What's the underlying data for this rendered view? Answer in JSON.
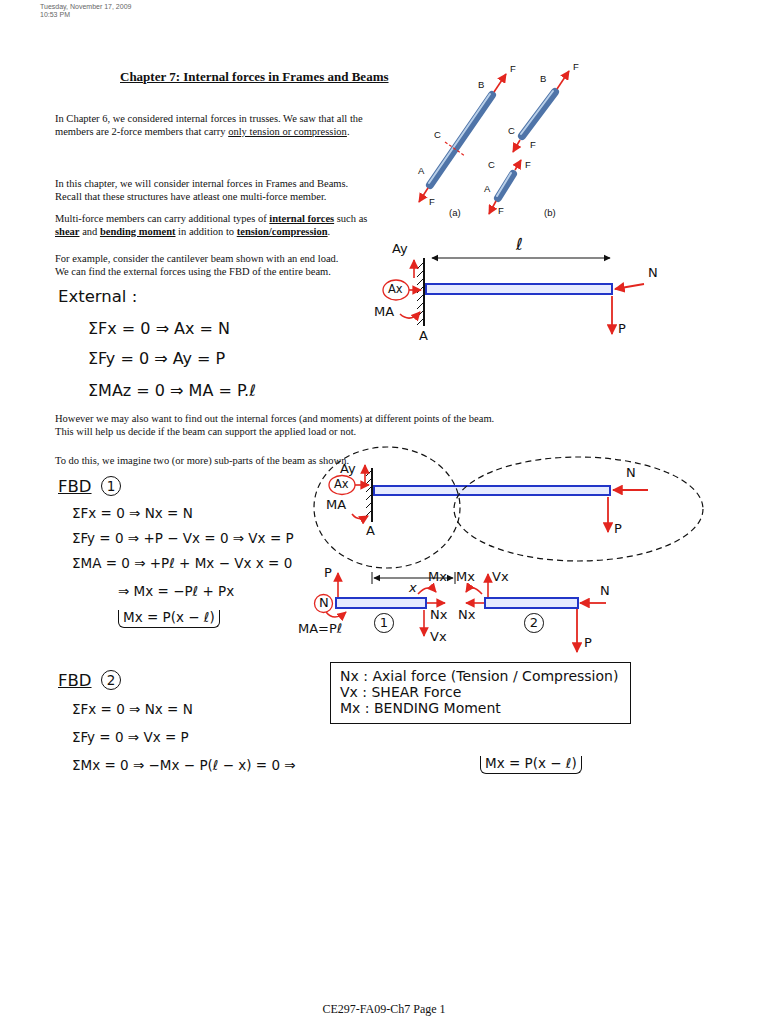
{
  "diagram": {
    "title": "Chapter 7: Internal forces in Frames and Beams",
    "caption": "CE297-FA09-Ch7 Page 1",
    "nodes": [
      {
        "text": [
          "Ay",
          "Ax",
          "MA",
          "A"
        ]
      },
      {
        "text": [
          "N",
          "P"
        ]
      },
      {
        "text": [
          "Nx : Axial force (Tension / Compression)",
          "Vx : SHEAR Force",
          "Mx : BENDING Moment"
        ]
      }
    ],
    "labels": [
      "Tuesday, November 17, 2009",
      "10:53 PM",
      "In Chapter 6, we considered internal forces in trusses. We saw that all the members are 2-force members that carry",
      "only tension or compression",
      ".",
      "In this chapter, we will consider internal forces in Frames and Beams.",
      "Recall that these structures have atleast one multi-force member.",
      "Multi-force members can carry additional types of",
      "internal forces",
      "such as",
      "shear",
      "and",
      "bending moment",
      "in addition to",
      "tension/compression",
      ".",
      "For example, consider the cantilever beam shown with an end load.",
      "We can find the external forces using the FBD of the entire beam.",
      "External :",
      "ΣFx = 0 ⇒ Ax = N",
      "ΣFy = 0 ⇒ Ay = P",
      "ΣMAz = 0 ⇒ MA = P.ℓ",
      "However we may also want to find out the internal forces (and moments) at different points of the beam.",
      "This will help us decide if the beam can support the applied load or not.",
      "To do this, we imagine two (or more) sub-parts of the beam as shown.",
      "FBD",
      "1",
      "ΣFx = 0 ⇒ Nx = N",
      "ΣFy = 0 ⇒ +P − Vx = 0 ⇒ Vx = P",
      "ΣMA = 0 ⇒ +Pℓ + Mx − Vx x = 0",
      "⇒ Mx = −Pℓ + Px",
      "Mx = P(x − ℓ)",
      "FBD",
      "2",
      "ΣFx = 0 ⇒ Nx = N",
      "ΣFy = 0 ⇒ Vx = P",
      "ΣMx = 0 ⇒ −Mx − P(ℓ − x) = 0 ⇒",
      "Mx = P(x − ℓ)",
      "B",
      "F",
      "C",
      "A",
      "F",
      "(a)",
      "B",
      "F",
      "C",
      "F",
      "C",
      "F",
      "A",
      "F",
      "(b)",
      "ℓ",
      "Ay",
      "Ax",
      "MA",
      "A",
      "N",
      "P",
      "x",
      "P",
      "N",
      "MA=Pℓ",
      "Mx",
      "Nx",
      "Vx",
      "1",
      "Mx",
      "Vx",
      "Nx",
      "N",
      "P",
      "2"
    ]
  }
}
